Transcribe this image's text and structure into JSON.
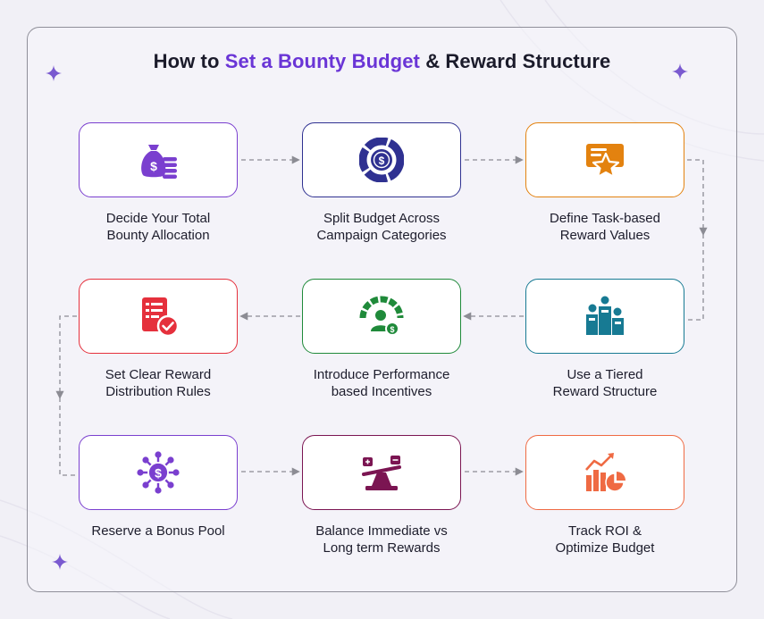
{
  "title": {
    "prefix": "How to ",
    "highlight": "Set a Bounty Budget",
    "suffix": " & Reward Structure"
  },
  "colors": {
    "accent": "#6a35d6",
    "purple": "#7a3fcf",
    "navy": "#2f3191",
    "orange": "#e3820f",
    "teal": "#177a93",
    "green": "#1f8a3a",
    "red": "#e5303c",
    "magenta": "#7b1552",
    "coral": "#ef6a43"
  },
  "steps": [
    {
      "label": "Decide Your Total Bounty Allocation",
      "line1": "Decide Your Total",
      "line2": "Bounty Allocation",
      "icon": "money-bag-icon",
      "color": "#7a3fcf"
    },
    {
      "label": "Split Budget Across Campaign Categories",
      "line1": "Split Budget Across",
      "line2": "Campaign Categories",
      "icon": "pie-coin-icon",
      "color": "#2f3191"
    },
    {
      "label": "Define Task-based Reward Values",
      "line1": "Define Task-based",
      "line2": "Reward Values",
      "icon": "reward-card-star-icon",
      "color": "#e3820f"
    },
    {
      "label": "Use a Tiered Reward Structure",
      "line1": "Use a Tiered",
      "line2": "Reward Structure",
      "icon": "tiered-podium-icon",
      "color": "#177a93"
    },
    {
      "label": "Introduce Performance based Incentives",
      "line1": "Introduce Performance",
      "line2": "based Incentives",
      "icon": "performance-gauge-icon",
      "color": "#1f8a3a"
    },
    {
      "label": "Set Clear Reward Distribution Rules",
      "line1": "Set Clear Reward",
      "line2": "Distribution Rules",
      "icon": "checklist-document-icon",
      "color": "#e5303c"
    },
    {
      "label": "Reserve a Bonus Pool",
      "line1": "Reserve a Bonus Pool",
      "line2": "",
      "icon": "bonus-network-icon",
      "color": "#7a3fcf"
    },
    {
      "label": "Balance Immediate vs Long term Rewards",
      "line1": "Balance Immediate vs",
      "line2": "Long term Rewards",
      "icon": "balance-scale-icon",
      "color": "#7b1552"
    },
    {
      "label": "Track ROI & Optimize Budget",
      "line1": "Track ROI &",
      "line2": "Optimize Budget",
      "icon": "roi-chart-icon",
      "color": "#ef6a43"
    }
  ]
}
